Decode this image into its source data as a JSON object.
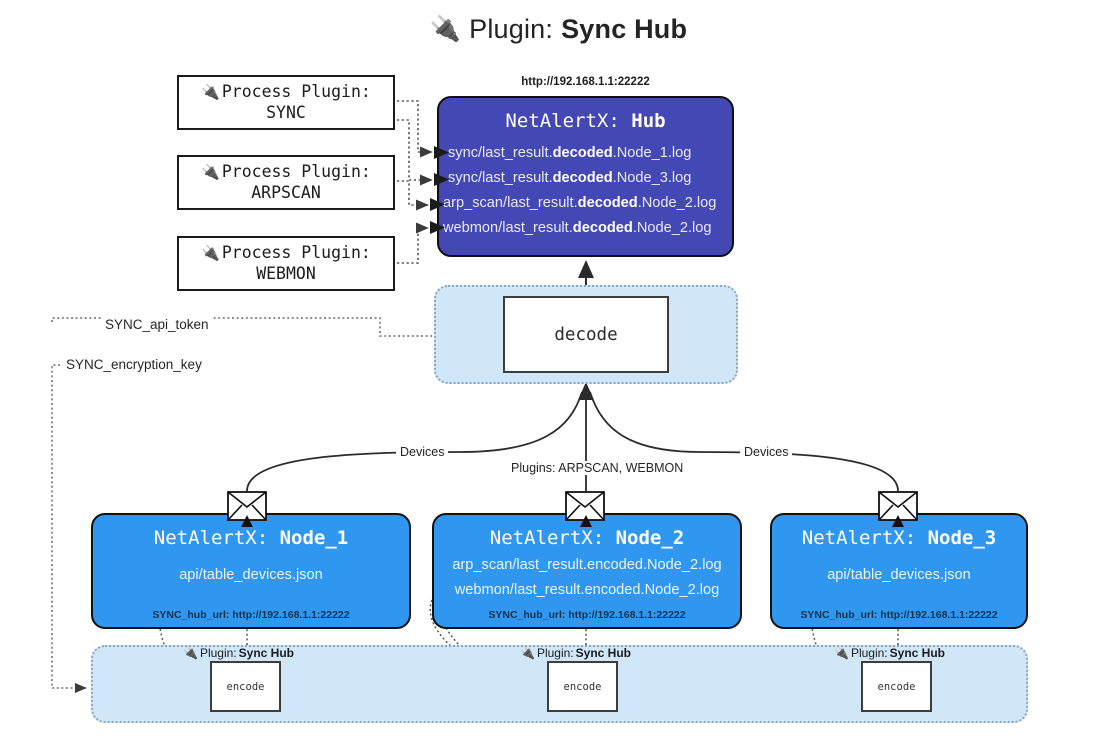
{
  "title": {
    "icon": "plug-icon",
    "prefix": "Plugin:",
    "name": "Sync Hub"
  },
  "process_plugins": [
    {
      "icon": "plug-icon",
      "line1": "Process Plugin:",
      "line2": "SYNC"
    },
    {
      "icon": "plug-icon",
      "line1": "Process Plugin:",
      "line2": "ARPSCAN"
    },
    {
      "icon": "plug-icon",
      "line1": "Process Plugin:",
      "line2": "WEBMON"
    }
  ],
  "hub": {
    "url": "http://192.168.1.1:22222",
    "title_prefix": "NetAlertX:",
    "title_name": "Hub",
    "logs": [
      {
        "pre": "sync/last_result.",
        "mid": "decoded",
        "post": ".Node_1.log"
      },
      {
        "pre": "sync/last_result.",
        "mid": "decoded",
        "post": ".Node_3.log"
      },
      {
        "pre": "arp_scan/last_result.",
        "mid": "decoded",
        "post": ".Node_2.log"
      },
      {
        "pre": "webmon/last_result.",
        "mid": "decoded",
        "post": ".Node_2.log"
      }
    ]
  },
  "decode": {
    "label": "decode"
  },
  "keys": {
    "api_token": "SYNC_api_token",
    "encryption_key": "SYNC_encryption_key"
  },
  "edge_labels": {
    "devices_left": "Devices",
    "devices_right": "Devices",
    "plugins_center": "Plugins: ARPSCAN, WEBMON"
  },
  "nodes": [
    {
      "title_prefix": "NetAlertX:",
      "title_name": "Node_1",
      "lines": [
        "api/table_devices.json"
      ],
      "footer": "SYNC_hub_url: http://192.168.1.1:22222",
      "envelope_icon": "envelope-icon"
    },
    {
      "title_prefix": "NetAlertX:",
      "title_name": "Node_2",
      "lines": [
        "arp_scan/last_result.encoded.Node_2.log",
        "webmon/last_result.encoded.Node_2.log"
      ],
      "footer": "SYNC_hub_url: http://192.168.1.1:22222",
      "envelope_icon": "envelope-icon"
    },
    {
      "title_prefix": "NetAlertX:",
      "title_name": "Node_3",
      "lines": [
        "api/table_devices.json"
      ],
      "footer": "SYNC_hub_url: http://192.168.1.1:22222",
      "envelope_icon": "envelope-icon"
    }
  ],
  "encoders": [
    {
      "icon": "plug-icon",
      "caption_prefix": "Plugin:",
      "caption_name": "Sync Hub",
      "label": "encode"
    },
    {
      "icon": "plug-icon",
      "caption_prefix": "Plugin:",
      "caption_name": "Sync Hub",
      "label": "encode"
    },
    {
      "icon": "plug-icon",
      "caption_prefix": "Plugin:",
      "caption_name": "Sync Hub",
      "label": "encode"
    }
  ],
  "colors": {
    "hub_fill": "#4448b4",
    "node_fill": "#2f97f0",
    "container_fill": "#d0e7f9",
    "container_border": "#8aa6bd",
    "stroke": "#333333"
  }
}
